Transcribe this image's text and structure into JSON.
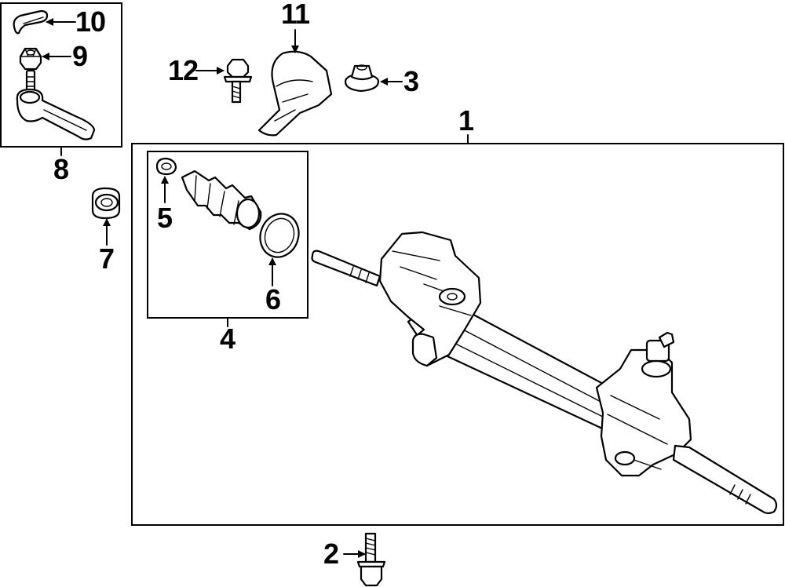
{
  "diagram": {
    "callouts": {
      "c1": "1",
      "c2": "2",
      "c3": "3",
      "c4": "4",
      "c5": "5",
      "c6": "6",
      "c7": "7",
      "c8": "8",
      "c9": "9",
      "c10": "10",
      "c11": "11",
      "c12": "12"
    },
    "parts": [
      {
        "id": "1",
        "icon": "steering-gear-assembly-icon"
      },
      {
        "id": "2",
        "icon": "mounting-bolt-icon"
      },
      {
        "id": "3",
        "icon": "flange-nut-icon"
      },
      {
        "id": "4",
        "icon": "boot-kit-group"
      },
      {
        "id": "5",
        "icon": "boot-clamp-small-icon"
      },
      {
        "id": "6",
        "icon": "boot-clamp-large-icon"
      },
      {
        "id": "7",
        "icon": "mount-bushing-icon"
      },
      {
        "id": "8",
        "icon": "tie-rod-end-group"
      },
      {
        "id": "9",
        "icon": "hex-nut-icon"
      },
      {
        "id": "10",
        "icon": "cotter-pin-icon"
      },
      {
        "id": "11",
        "icon": "heat-shield-icon"
      },
      {
        "id": "12",
        "icon": "shield-bolt-icon"
      }
    ]
  }
}
